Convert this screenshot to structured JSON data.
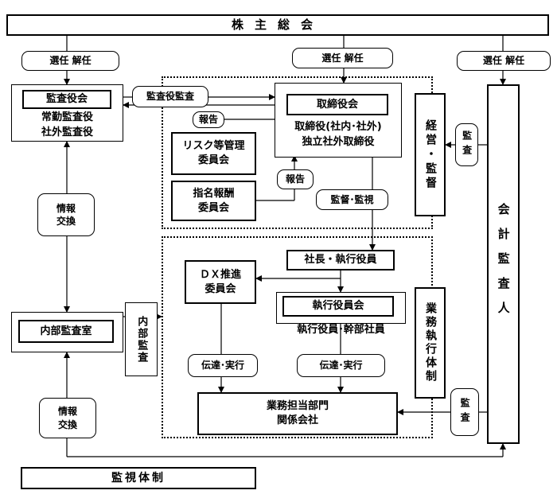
{
  "shareholders_meeting": "株主総会",
  "election_dismissal": "選任 解任",
  "audit_board": {
    "title": "監査役会",
    "members": "常勤監査役\n社外監査役",
    "audit_by_auditors": "監査役監査"
  },
  "board": {
    "title": "取締役会",
    "members": "取締役(社内･社外)\n独立社外取締役",
    "report": "報告",
    "supervision": "監督･監視",
    "management_supervision": "経営・監督"
  },
  "committees": {
    "risk": "リスク等管理\n委員会",
    "nomination": "指名報酬\n委員会",
    "dx": "ＤＸ推進\n委員会"
  },
  "execution": {
    "president": "社長・執行役員",
    "executive_committee_title": "執行役員会",
    "executive_committee_members": "執行役員･幹部社員",
    "communicate": "伝達･実行",
    "business_units": "業務担当部門\n関係会社",
    "execution_structure": "業務執行体制"
  },
  "internal_audit": {
    "office": "内部監査室",
    "audit": "内部監査",
    "info_exchange": "情報\n交換"
  },
  "accounting_auditor": {
    "name": "会計監査人",
    "audit": "監査"
  },
  "monitoring_structure": "監視体制"
}
